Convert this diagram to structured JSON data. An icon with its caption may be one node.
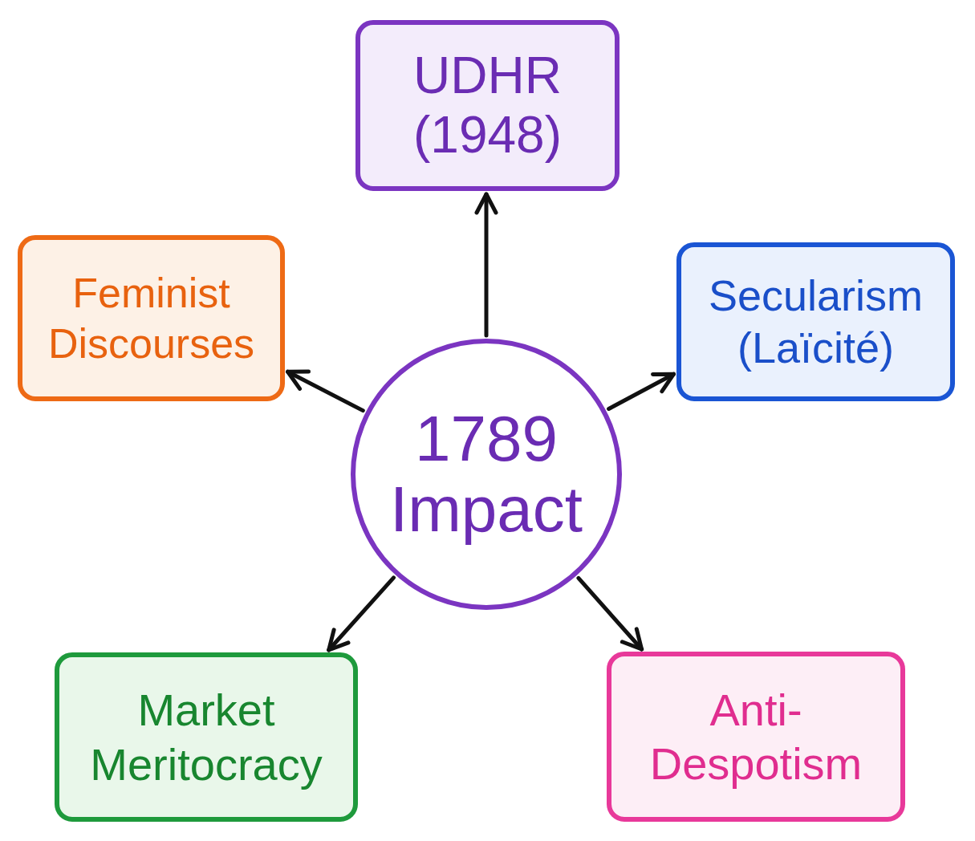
{
  "diagram": {
    "nodes": [
      {
        "text": [
          "UDHR (1948)"
        ]
      },
      {
        "text": [
          "Feminist Discourses"
        ]
      },
      {
        "text": [
          "Secularism (Laïcité)"
        ]
      },
      {
        "text": [
          "1789 Impact"
        ]
      },
      {
        "text": [
          "Market Meritocracy"
        ]
      },
      {
        "text": [
          "Anti- Despotism"
        ]
      }
    ],
    "edges": [
      {
        "from": 3,
        "to": 0,
        "arrow": "to"
      },
      {
        "from": 3,
        "to": 1,
        "arrow": "to"
      },
      {
        "from": 3,
        "to": 2,
        "arrow": "to"
      },
      {
        "from": 3,
        "to": 4,
        "arrow": "to"
      },
      {
        "from": 3,
        "to": 5,
        "arrow": "to"
      }
    ]
  }
}
